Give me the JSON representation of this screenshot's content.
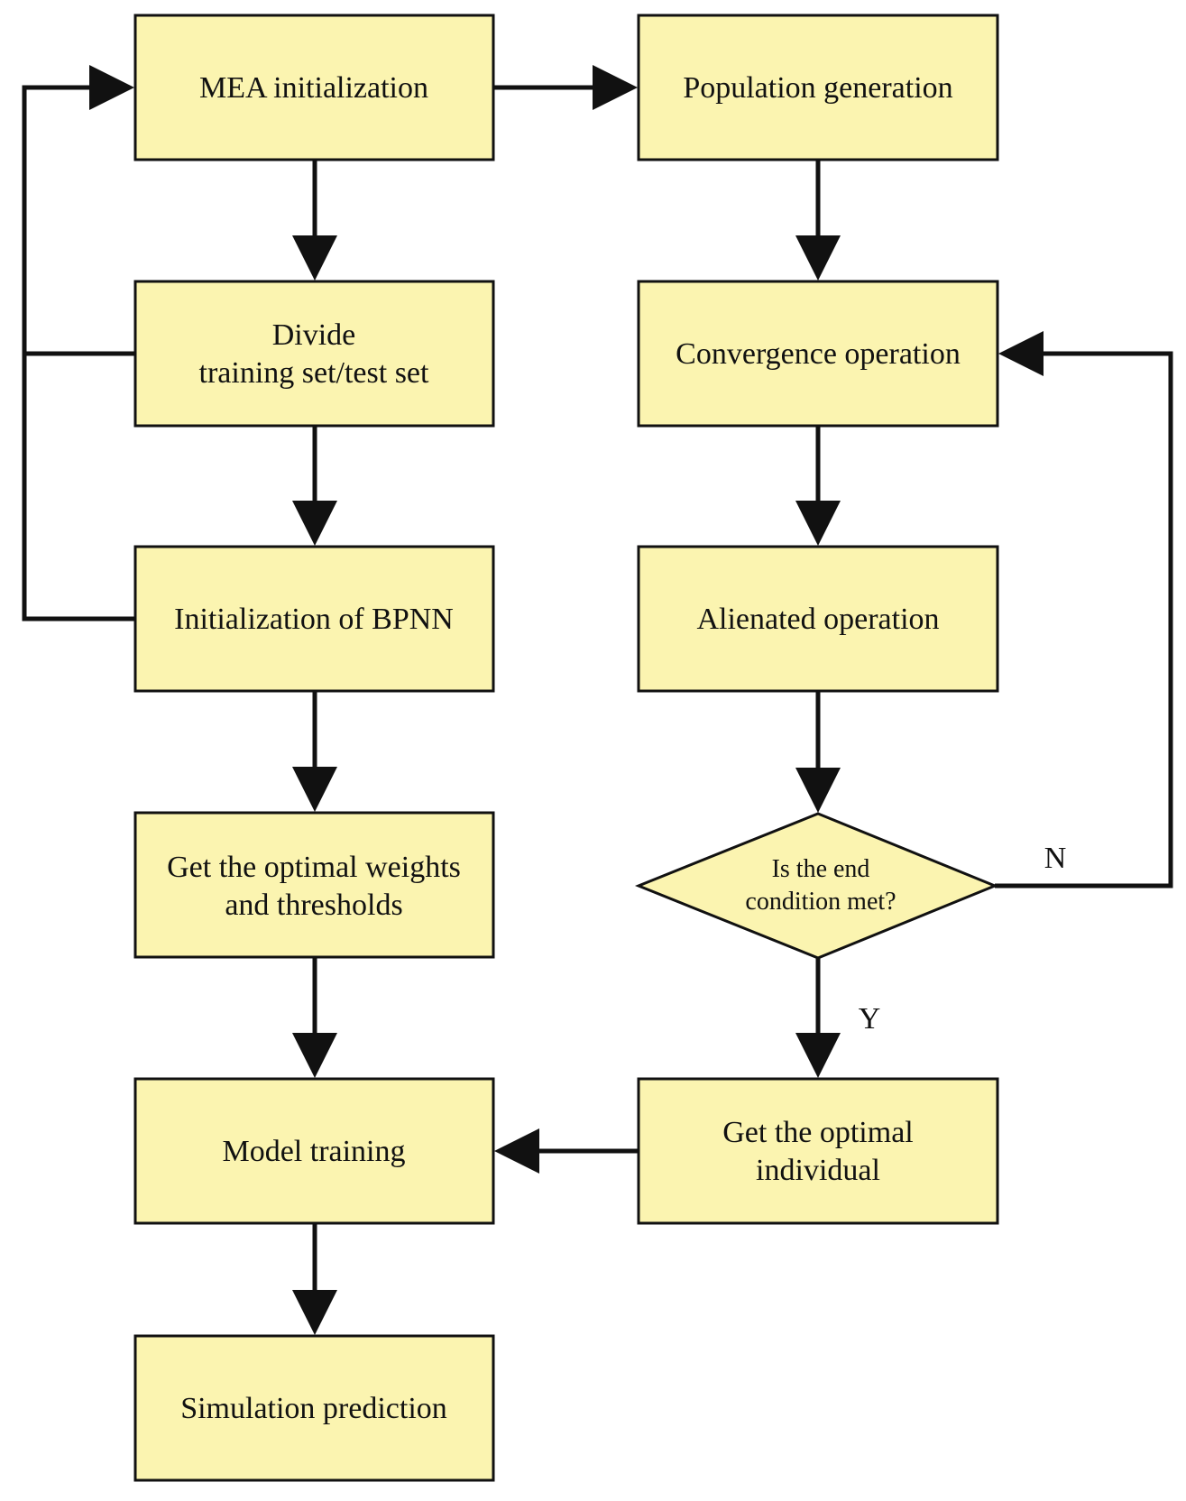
{
  "colors": {
    "box_fill": "#fbf4b0",
    "stroke": "#111111"
  },
  "nodes": {
    "mea_init": "MEA initialization",
    "divide_line1": "Divide",
    "divide_line2": "training set/test set",
    "bpnn_init": "Initialization of BPNN",
    "optimal_weights_line1": "Get the optimal weights",
    "optimal_weights_line2": "and thresholds",
    "model_training": "Model training",
    "simulation_prediction": "Simulation prediction",
    "population_generation": "Population generation",
    "convergence_operation": "Convergence operation",
    "alienated_operation": "Alienated operation",
    "decision_line1": "Is the end",
    "decision_line2": "condition met?",
    "optimal_individual_line1": "Get the optimal",
    "optimal_individual_line2": "individual"
  },
  "edge_labels": {
    "no": "N",
    "yes": "Y"
  }
}
